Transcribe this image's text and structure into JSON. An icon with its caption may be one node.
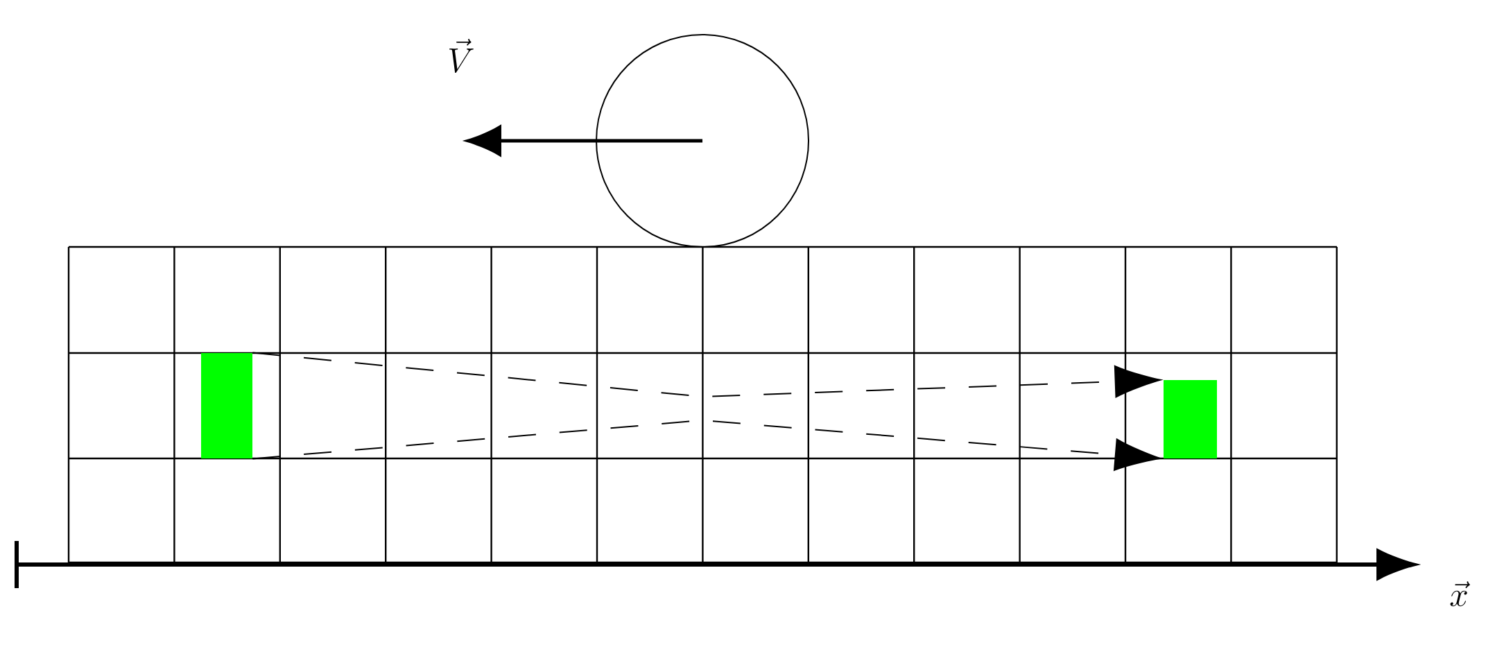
{
  "diagram": {
    "nodes": [
      {
        "text": [],
        "shape": "circle"
      },
      {
        "text": [],
        "shape": "box"
      },
      {
        "text": [],
        "shape": "box"
      }
    ],
    "edges": [
      {
        "from": 1,
        "to": 2,
        "arrow": "to",
        "style": "dashed"
      },
      {
        "from": 1,
        "to": 2,
        "arrow": "to",
        "style": "dashed"
      }
    ],
    "labels": [
      "\\vec{V}",
      "\\vec{x}"
    ]
  }
}
